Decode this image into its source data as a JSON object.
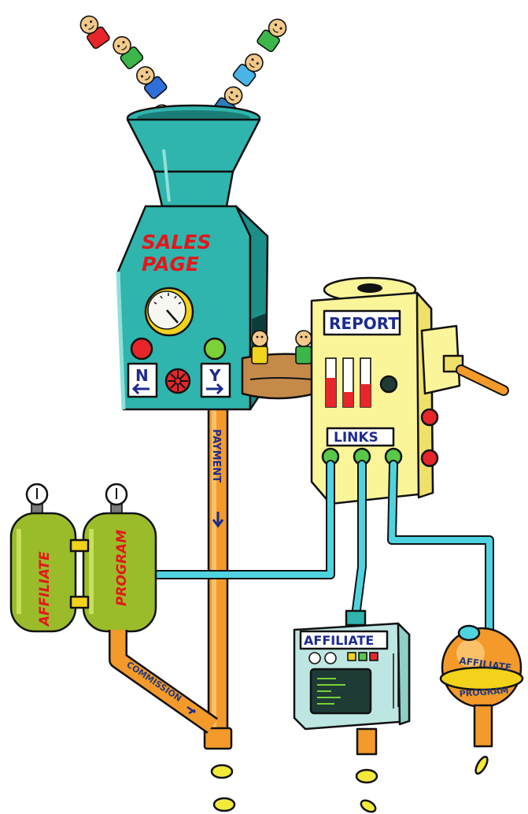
{
  "labels": {
    "sales_page_line1": "SALES",
    "sales_page_line2": "PAGE",
    "no_button": "N",
    "yes_button": "Y",
    "payment_pipe": "PAYMENT",
    "report": "REPORT",
    "links": "LINKS",
    "tank_left": "AFFILIATE",
    "tank_right": "PROGRAM",
    "commission_pipe": "COMMISSION",
    "computer_title": "AFFILIATE",
    "orb_line1": "AFFILIATE",
    "orb_line2": "PROGRAM"
  },
  "colors": {
    "teal": "#2fb5ad",
    "machine_yellow": "#fbf59a",
    "tank_green": "#9bbc2a",
    "pipe_orange": "#f39a2b",
    "hose_cyan": "#4fd3e0",
    "coin_yellow": "#f3e93a"
  },
  "people_colors": [
    "#e6262b",
    "#3cb64a",
    "#2e6fd9",
    "#9c3fb6",
    "#3cb64a",
    "#4ab3e8",
    "#2d7dbf",
    "#f2d21b",
    "#3cb64a"
  ]
}
